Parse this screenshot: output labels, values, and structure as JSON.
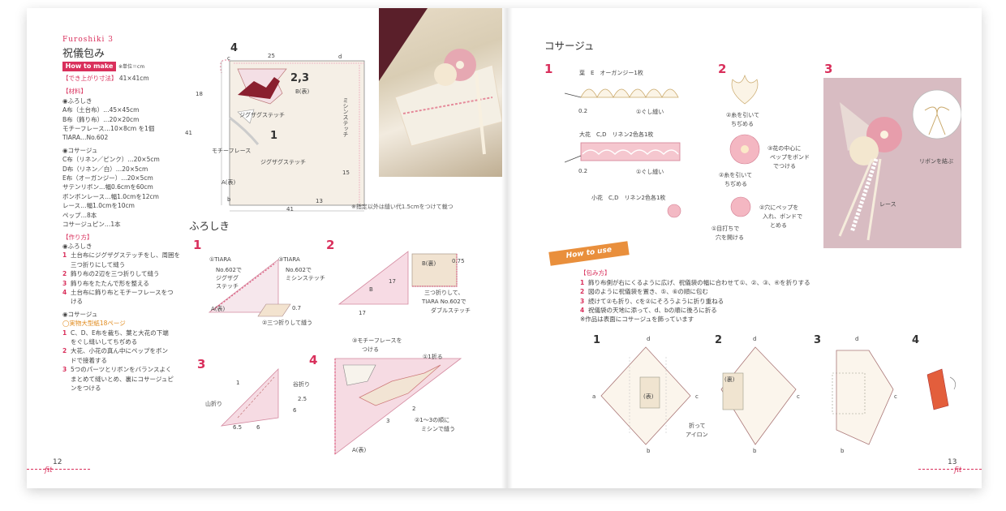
{
  "left_page": {
    "series": "Furoshiki 3",
    "title": "祝儀包み",
    "how_to_make_badge": "How to make",
    "unit_note": "※単位＝cm",
    "finished_size_label": "【でき上がり寸法】",
    "finished_size_value": "41×41cm",
    "materials_label": "【材料】",
    "materials_furoshiki_header": "◉ふろしき",
    "materials_furoshiki": [
      "A布（土台布）…45×45cm",
      "B布（飾り布）…20×20cm",
      "モチーフレース…10×8cm を1個",
      "TIARA…No.602"
    ],
    "materials_corsage_header": "◉コサージュ",
    "materials_corsage": [
      "C布（リネン／ピンク）…20×5cm",
      "D布（リネン／白）…20×5cm",
      "E布（オーガンジー）…20×5cm",
      "サテンリボン…幅0.6cmを60cm",
      "ボンボンレース…幅1.0cmを12cm",
      "レース…幅1.0cmを10cm",
      "ペップ…8本",
      "コサージュピン…1本"
    ],
    "method_label": "【作り方】",
    "method_furoshiki_header": "◉ふろしき",
    "method_furoshiki_steps": [
      {
        "n": "1",
        "lines": [
          "土台布にジグザグステッチをし、周囲を",
          "三つ折りにして縫う"
        ]
      },
      {
        "n": "2",
        "lines": [
          "飾り布の2辺を三つ折りして縫う"
        ]
      },
      {
        "n": "3",
        "lines": [
          "飾り布をたたんで形を整える"
        ]
      },
      {
        "n": "4",
        "lines": [
          "土台布に飾り布とモチーフレースをつ",
          "ける"
        ]
      }
    ],
    "method_corsage_header": "◉コサージュ",
    "pattern_note": "◯実物大型紙18ページ",
    "method_corsage_steps": [
      {
        "n": "1",
        "lines": [
          "C、D、E布を裁ち、葉と大花の下端",
          "をぐし縫いしてちぢめる"
        ]
      },
      {
        "n": "2",
        "lines": [
          "大花、小花の真ん中にペップをボン",
          "ドで接着する"
        ]
      },
      {
        "n": "3",
        "lines": [
          "5つのパーツとリボンをバランスよく",
          "まとめて縫いとめ、裏にコサージュピ",
          "ンをつける"
        ]
      }
    ],
    "main_diagram": {
      "labels": {
        "corner_c": "c",
        "corner_d": "d",
        "corner_b": "b",
        "n25": "25",
        "n4": "4",
        "n23": "2,3",
        "b_face": "B(表)",
        "n18": "18",
        "n41_side": "41",
        "n41_bottom": "41",
        "n1": "1",
        "zigzag1": "ジグザグステッチ",
        "zigzag2": "ジグザグステッチ",
        "motif": "モチーフレース",
        "a_face": "A(表)",
        "n15": "15",
        "n13": "13",
        "machine": "ミシンステッチ"
      },
      "seam_note": "※指定以外は縫い代1.5cmをつけて裁つ"
    },
    "furoshiki_section": "ふろしき",
    "step1": {
      "num": "1",
      "label_left": "①TIARA",
      "label_left_2": "No.602で",
      "label_left_3": "ジグザグ",
      "label_left_4": "ステッチ",
      "label_right": "③TIARA",
      "label_right_2": "No.602で",
      "label_right_3": "ミシンステッチ",
      "a_face": "A(表)",
      "n07": "0.7",
      "fold": "②三つ折りして縫う"
    },
    "step2": {
      "num": "2",
      "b_face": "B(裏)",
      "b": "B",
      "n17a": "17",
      "n17b": "17",
      "n075": "0.75",
      "note1": "三つ折りして、",
      "note2": "TIARA No.602で",
      "note3": "ダブルステッチ"
    },
    "step3": {
      "num": "3",
      "n1": "1",
      "valley": "谷折り",
      "mountain": "山折り",
      "n25": "2.5",
      "n6a": "6",
      "n65": "6.5",
      "n6b": "6"
    },
    "step4": {
      "num": "4",
      "motif1": "③モチーフレースを",
      "motif2": "つける",
      "fold1": "①1折る",
      "n3": "3",
      "n2": "2",
      "sew1": "②1〜3の順に",
      "sew2": "ミシンで縫う",
      "a_face": "A(表)"
    },
    "page_number": "12",
    "footer_logo": "fit"
  },
  "right_page": {
    "corsage_title": "コサージュ",
    "c1": {
      "num": "1",
      "leaf": "葉　E　オーガンジー1枚",
      "n02a": "0.2",
      "gather1": "①ぐし縫い",
      "big_flower": "大花　C,D　リネン2色各1枚",
      "n02b": "0.2",
      "gather2": "①ぐし縫い",
      "small_flower": "小花　C,D　リネン2色各1枚"
    },
    "c2": {
      "num": "2",
      "pull1": "②糸を引いて",
      "pull1b": "ちぢめる",
      "glue1": "③花の中心に",
      "glue1b": "ペップをボンド",
      "glue1c": "でつける",
      "pull2": "②糸を引いて",
      "pull2b": "ちぢめる",
      "glue2": "②穴にペップを",
      "glue2b": "入れ、ボンドで",
      "glue2c": "とめる",
      "hole": "①目打ちで",
      "holeb": "穴を開ける"
    },
    "c3": {
      "num": "3",
      "ribbon": "リボンを結ぶ",
      "lace": "レース"
    },
    "how_to_use_badge": "How to use",
    "wrap_label": "【包み方】",
    "wrap_steps": [
      {
        "n": "1",
        "text": "飾り布側が右にくるように広げ、祝儀袋の幅に合わせて①、②、③、④を折りする"
      },
      {
        "n": "2",
        "text": "図のように祝儀袋を置き、⑤、⑥の順に包む"
      },
      {
        "n": "3",
        "text": "続けて②も折り、cを②にそろうように折り重ねる"
      },
      {
        "n": "4",
        "text": "祝儀袋の天地に添って、d、bの順に後ろに折る"
      }
    ],
    "wrap_note": "※作品は表面にコサージュを飾っています",
    "wrap_diagrams": {
      "d1": {
        "num": "1",
        "d": "d",
        "a": "a",
        "b": "b",
        "c": "c",
        "face": "(表)",
        "fold1": "折って",
        "fold2": "アイロン"
      },
      "d2": {
        "num": "2",
        "d": "d",
        "b": "b",
        "c": "c",
        "back": "(裏)"
      },
      "d3": {
        "num": "3",
        "d": "d",
        "b": "b",
        "c": "c"
      },
      "d4": {
        "num": "4"
      }
    },
    "page_number": "13",
    "footer_logo": "fit"
  }
}
